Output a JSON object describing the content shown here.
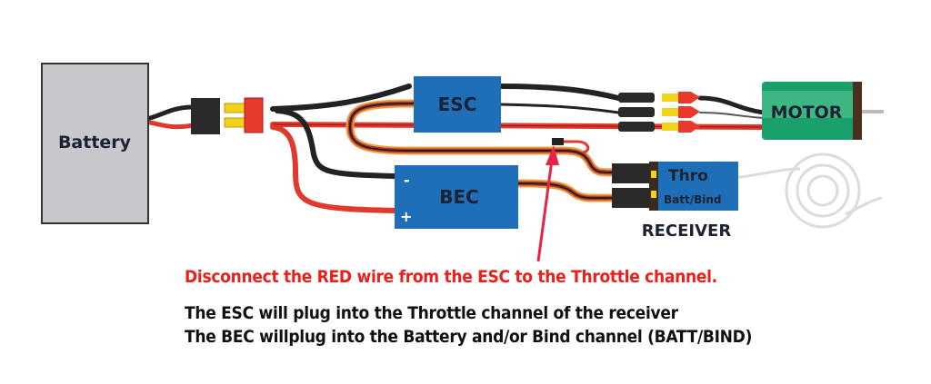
{
  "diagram": {
    "components": {
      "battery": "Battery",
      "esc": "ESC",
      "bec": "BEC",
      "motor": "MOTOR",
      "receiver": "RECEIVER",
      "receiver_channels": [
        "Thro",
        "Batt/Bind"
      ],
      "bec_terminals": [
        "-",
        "+"
      ]
    },
    "captions": {
      "warning": "Disconnect the RED wire from the ESC to the Throttle channel.",
      "line1": "The ESC will plug into the Throttle channel of the receiver",
      "line2": "The BEC willplug into the Battery and/or Bind channel (BATT/BIND)"
    },
    "colors": {
      "warning": "#e8211c",
      "module_blue": "#1f6fb8",
      "motor_green": "#1aa06a",
      "battery_gray": "#c8c8cc",
      "wire_red": "#e03a2e",
      "wire_orange": "#e8a040",
      "connector_yellow": "#f2d21a"
    }
  }
}
